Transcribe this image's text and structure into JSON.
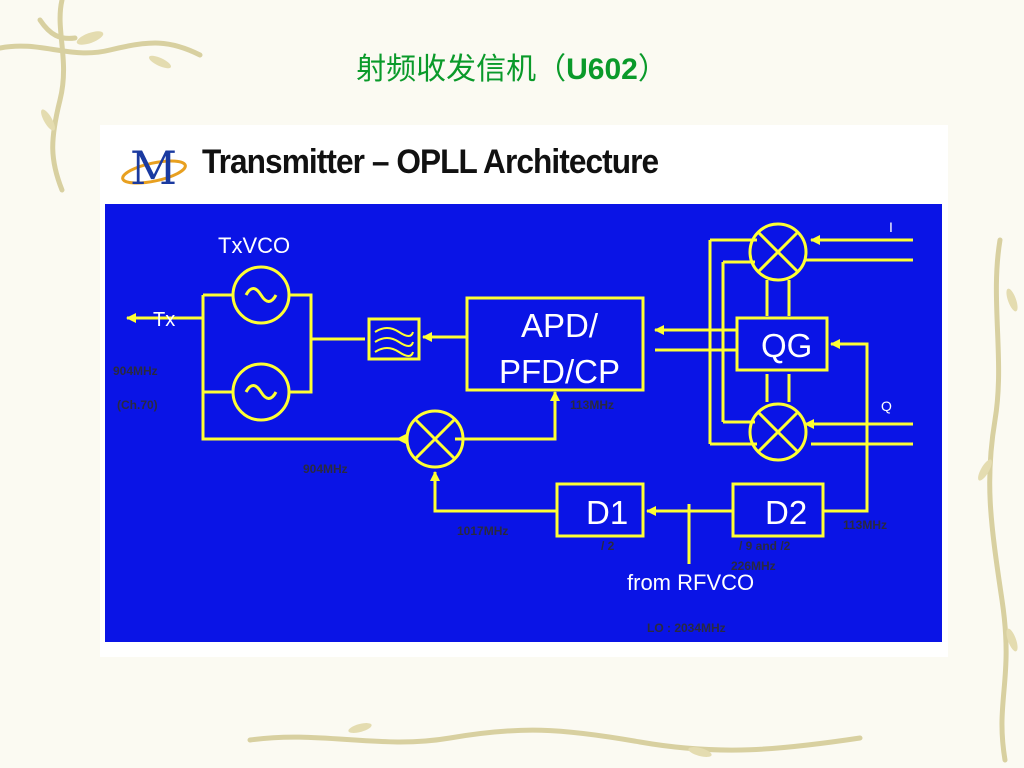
{
  "slide": {
    "title_cn": "射频收发信机（",
    "title_model": "U602",
    "title_close": "）"
  },
  "figure": {
    "heading": "Transmitter – OPLL Architecture",
    "logo_icon": "motorola-m-logo-icon"
  },
  "diagram": {
    "background": "#0a14e6",
    "line_color": "#ffff33",
    "blocks": {
      "txvco": "TxVCO",
      "apd_line1": "APD/",
      "apd_line2": "PFD/CP",
      "qg": "QG",
      "d1": "D1",
      "d2": "D2",
      "rfvco": "from RFVCO"
    },
    "labels": {
      "tx": "Tx",
      "freq_904_ch": "904MHz",
      "channel": "(Ch.70)",
      "freq_904_mix": "904MHz",
      "freq_113_apd": "113MHz",
      "freq_1017": "1017MHz",
      "div2": "/ 2",
      "div9": "/ 9 and /2",
      "freq_226": "226MHz",
      "freq_113_d2": "113MHz",
      "i": "I",
      "q": "Q",
      "lo": "LO : 2034MHz"
    }
  }
}
